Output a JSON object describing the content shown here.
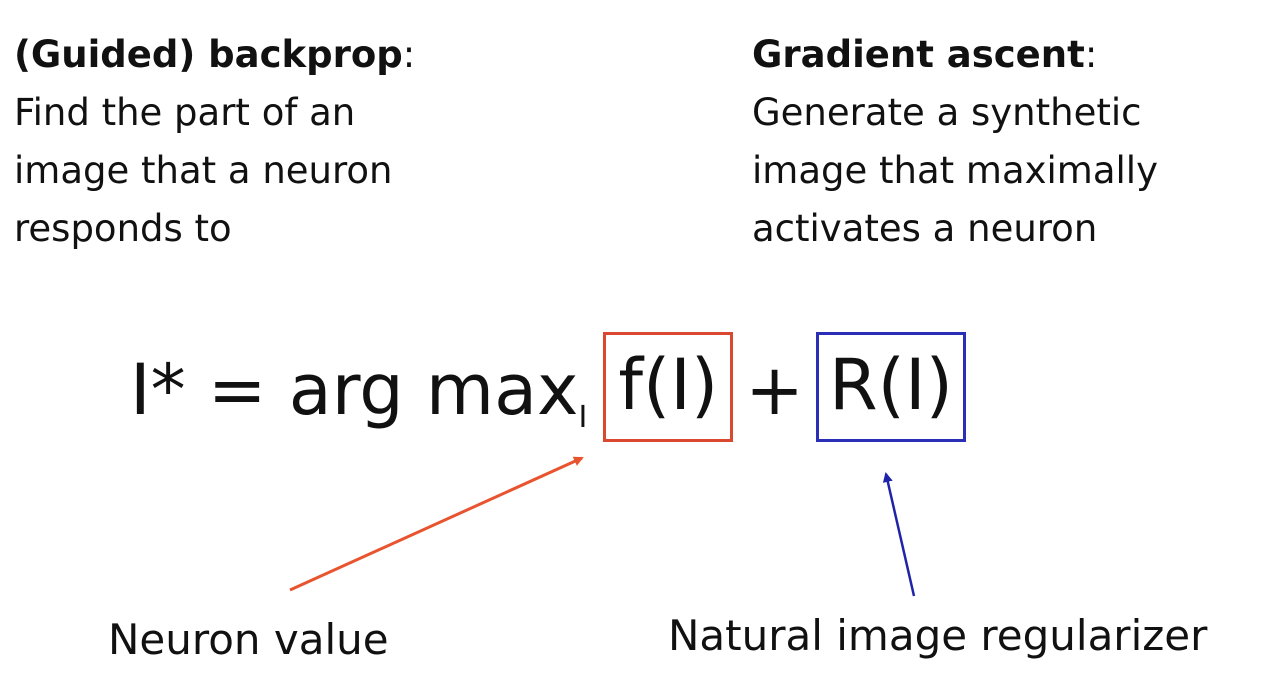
{
  "left": {
    "heading": "(Guided) backprop",
    "colon": ":",
    "lines": [
      "Find the part of an",
      "image that a neuron",
      "responds to"
    ]
  },
  "right": {
    "heading": "Gradient ascent",
    "colon": ":",
    "lines": [
      "Generate a synthetic",
      "image that maximally",
      "activates a neuron"
    ]
  },
  "equation": {
    "lhs": "I* = arg max",
    "subscript": "I",
    "term1": "f(I)",
    "plus": "+",
    "term2": "R(I)",
    "term1_color": "#d9482f",
    "term2_color": "#2b2fb8"
  },
  "captions": {
    "left": "Neuron value",
    "right": "Natural image regularizer",
    "left_arrow_color": "#e8542f",
    "right_arrow_color": "#1f23a8"
  }
}
